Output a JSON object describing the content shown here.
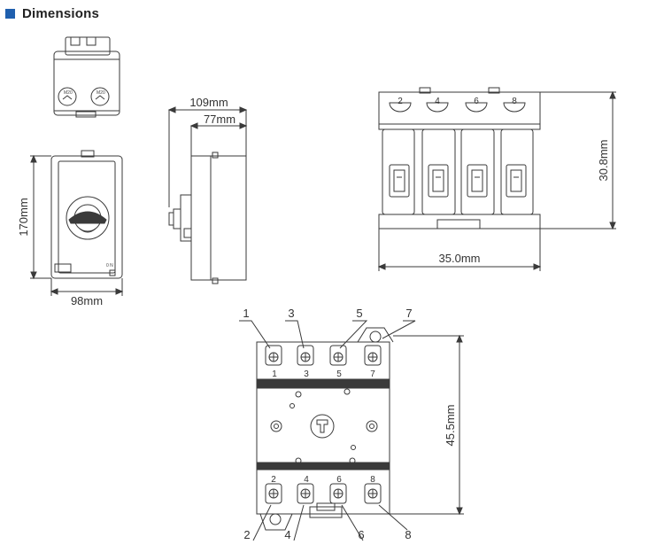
{
  "header": {
    "title": "Dimensions",
    "accent_color": "#1f5fae"
  },
  "dimensions": {
    "height_front": "170mm",
    "width_front": "98mm",
    "depth_total": "109mm",
    "depth_body": "77mm",
    "switch_height": "30.8mm",
    "switch_width": "35.0mm",
    "switch_length": "45.5mm"
  },
  "switch_top_terminals": [
    "2",
    "4",
    "6",
    "8"
  ],
  "bottom_view": {
    "top_callouts": [
      "1",
      "3",
      "5",
      "7"
    ],
    "top_terminals": [
      "1",
      "3",
      "5",
      "7"
    ],
    "bottom_terminals": [
      "2",
      "4",
      "6",
      "8"
    ],
    "bottom_callouts": [
      "2",
      "4",
      "6",
      "8"
    ]
  }
}
